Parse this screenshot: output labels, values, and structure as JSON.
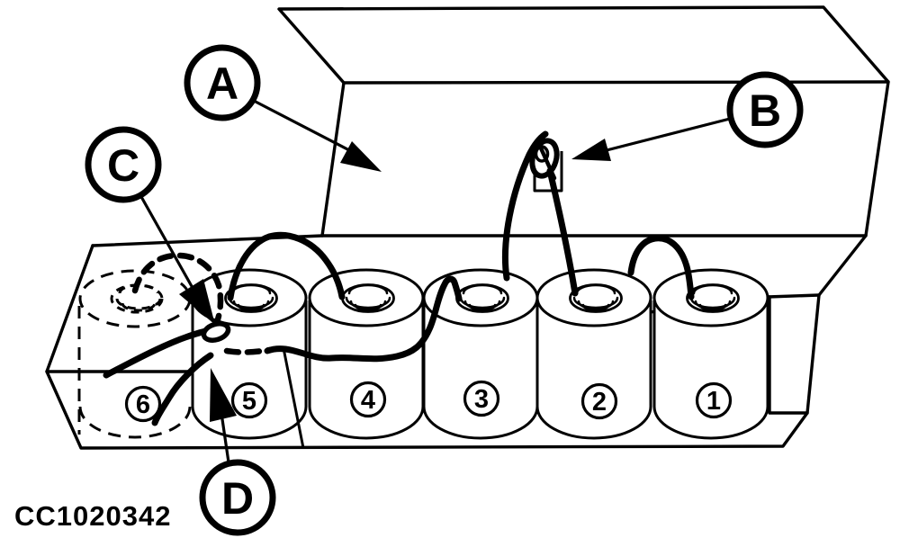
{
  "figure_code": "CC1020342",
  "colors": {
    "ink": "#000000",
    "paper": "#ffffff"
  },
  "callouts": [
    {
      "label": "A"
    },
    {
      "label": "B"
    },
    {
      "label": "C"
    },
    {
      "label": "D"
    }
  ],
  "cylinders": [
    {
      "number": "1"
    },
    {
      "number": "2"
    },
    {
      "number": "3"
    },
    {
      "number": "4"
    },
    {
      "number": "5"
    },
    {
      "number": "6"
    }
  ]
}
